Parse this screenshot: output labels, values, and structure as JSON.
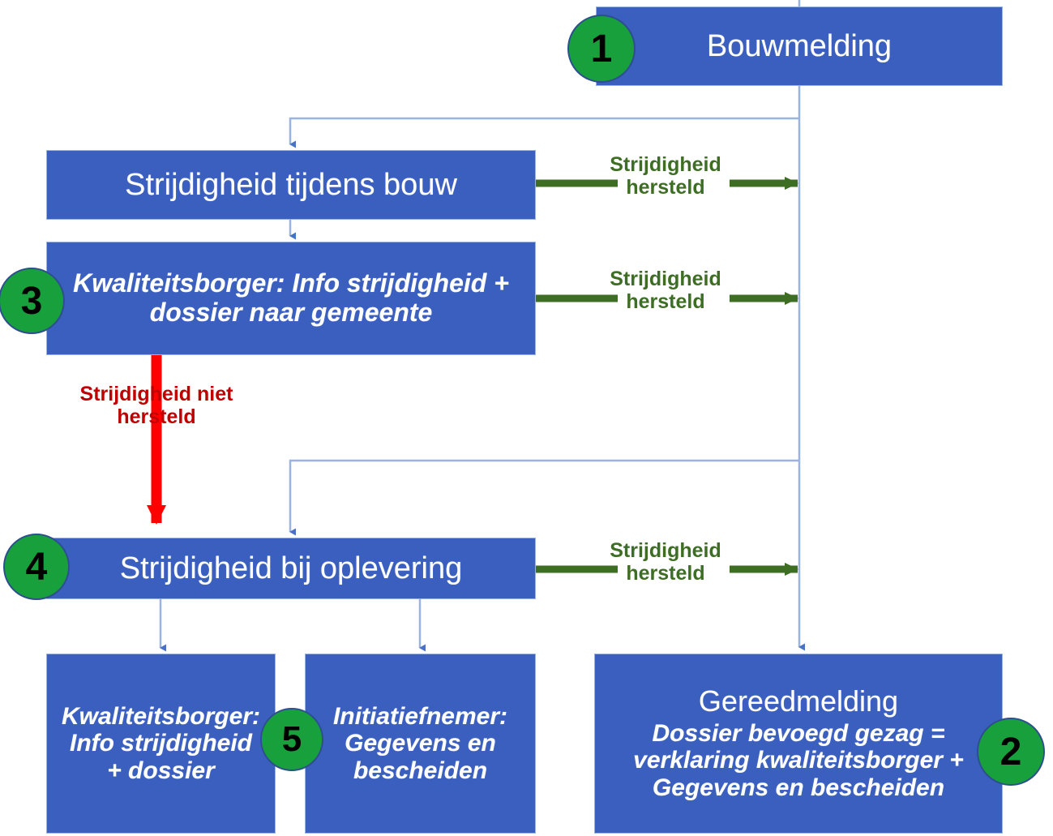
{
  "diagram": {
    "title": "Bouwmelding processchema",
    "colors": {
      "box_fill": "#3A5FBF",
      "box_border": "#9BB3E0",
      "badge_fill": "#17A03B",
      "badge_border": "#2D4F8F",
      "arrow_green": "#3D6E23",
      "arrow_red": "#FF0000",
      "label_red": "#C00000",
      "connector_blue": "#9BB3E0",
      "text_white": "#FFFFFF"
    },
    "nodes": {
      "bouwmelding": {
        "line1": "Bouwmelding"
      },
      "strijdigheid_bouw": {
        "line1": "Strijdigheid tijdens bouw"
      },
      "kwaliteitsborger_info": {
        "line1": "Kwaliteitsborger: Info strijdigheid +",
        "line2": "dossier naar gemeente"
      },
      "strijdigheid_oplevering": {
        "line1": "Strijdigheid bij oplevering"
      },
      "kwaliteitsborger_dossier": {
        "line1": "Kwaliteitsborger:",
        "line2": "Info strijdigheid",
        "line3": "+ dossier"
      },
      "initiatiefnemer": {
        "line1": "Initiatiefnemer:",
        "line2": "Gegevens en",
        "line3": "bescheiden"
      },
      "gereedmelding": {
        "line1": "Gereedmelding",
        "line2": "Dossier bevoegd gezag =",
        "line3": "verklaring kwaliteitsborger +",
        "line4": "Gegevens en bescheiden"
      }
    },
    "badges": [
      {
        "id": "badge-1",
        "label": "1",
        "attached_to": "bouwmelding"
      },
      {
        "id": "badge-2",
        "label": "2",
        "attached_to": "gereedmelding"
      },
      {
        "id": "badge-3",
        "label": "3",
        "attached_to": "kwaliteitsborger_info"
      },
      {
        "id": "badge-4",
        "label": "4",
        "attached_to": "strijdigheid_oplevering"
      },
      {
        "id": "badge-5",
        "label": "5",
        "attached_to": "kwaliteitsborger_dossier"
      }
    ],
    "edge_labels": {
      "hersteld_1": "Strijdigheid\nhersteld",
      "hersteld_2": "Strijdigheid\nhersteld",
      "hersteld_3": "Strijdigheid\nhersteld",
      "niet_hersteld": "Strijdigheid niet\nhersteld"
    }
  }
}
